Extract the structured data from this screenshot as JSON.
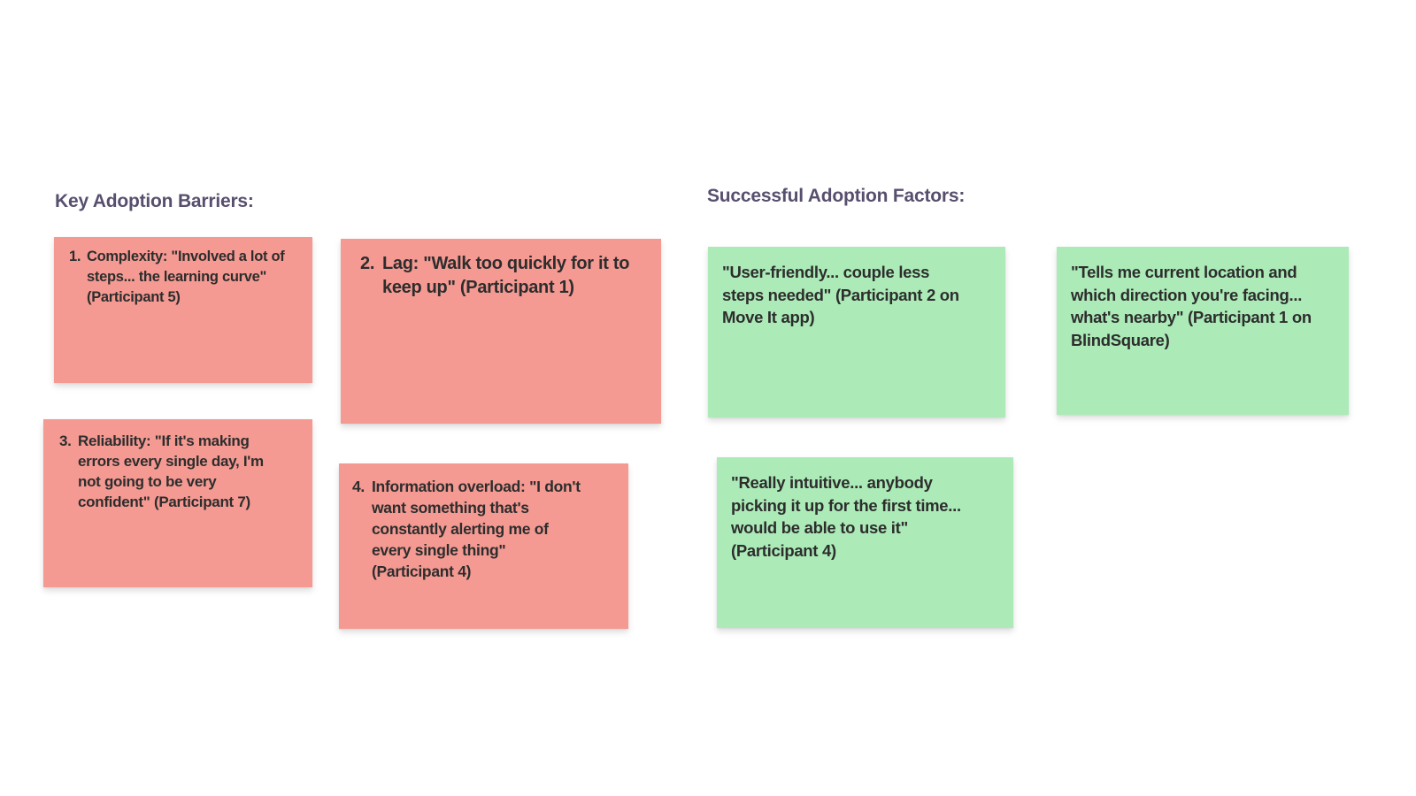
{
  "canvas": {
    "background_color": "#ffffff",
    "note_text_color": "#2d2d2d"
  },
  "sections": {
    "barriers": {
      "title": "Key Adoption Barriers:",
      "title_color": "#584f6e",
      "note_color": "#f49a92",
      "notes": [
        {
          "number": "1.",
          "text": "Complexity: \"Involved a lot of\nsteps... the learning curve\"\n(Participant 5)"
        },
        {
          "number": "2.",
          "text": "Lag: \"Walk too quickly for it to\nkeep up\" (Participant 1)"
        },
        {
          "number": "3.",
          "text": "Reliability: \"If it's making\nerrors every single day, I'm\nnot going to be very\nconfident\" (Participant 7)"
        },
        {
          "number": "4.",
          "text": "Information overload: \"I don't\nwant something that's\nconstantly alerting me of\nevery single thing\"\n(Participant 4)"
        }
      ]
    },
    "factors": {
      "title": "Successful Adoption Factors:",
      "title_color": "#584f6e",
      "note_color": "#acebb8",
      "notes": [
        {
          "text": "\"User-friendly... couple less\nsteps needed\" (Participant 2 on\nMove It app)"
        },
        {
          "text": "\"Tells me current location and\nwhich direction you're facing...\nwhat's nearby\" (Participant 1 on\nBlindSquare)"
        },
        {
          "text": "\"Really intuitive... anybody\npicking it up for the first time...\nwould be able to use it\"\n(Participant 4)"
        }
      ]
    }
  }
}
